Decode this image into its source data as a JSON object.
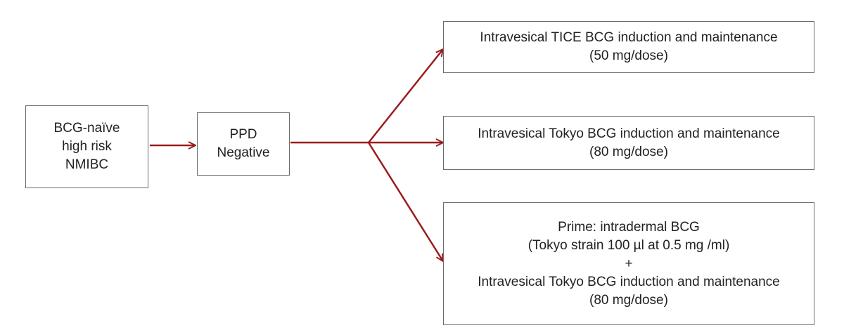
{
  "colors": {
    "arrow": "#9b1c1c",
    "border": "#6a6a6a",
    "text": "#222222"
  },
  "boxes": {
    "start": {
      "lines": [
        "BCG-naïve",
        "high risk",
        "NMIBC"
      ]
    },
    "ppd": {
      "lines": [
        "PPD",
        "Negative"
      ]
    },
    "tice": {
      "lines": [
        "Intravesical TICE BCG induction and maintenance",
        "(50 mg/dose)"
      ]
    },
    "tokyo": {
      "lines": [
        "Intravesical Tokyo BCG induction and maintenance",
        "(80 mg/dose)"
      ]
    },
    "prime": {
      "lines": [
        "Prime: intradermal BCG",
        "(Tokyo strain 100 µl at 0.5 mg /ml)",
        "+",
        "Intravesical Tokyo BCG induction and maintenance",
        "(80 mg/dose)"
      ]
    }
  },
  "edges": [
    {
      "from": "start",
      "to": "ppd"
    },
    {
      "from": "ppd",
      "to": "tice"
    },
    {
      "from": "ppd",
      "to": "tokyo"
    },
    {
      "from": "ppd",
      "to": "prime"
    }
  ]
}
